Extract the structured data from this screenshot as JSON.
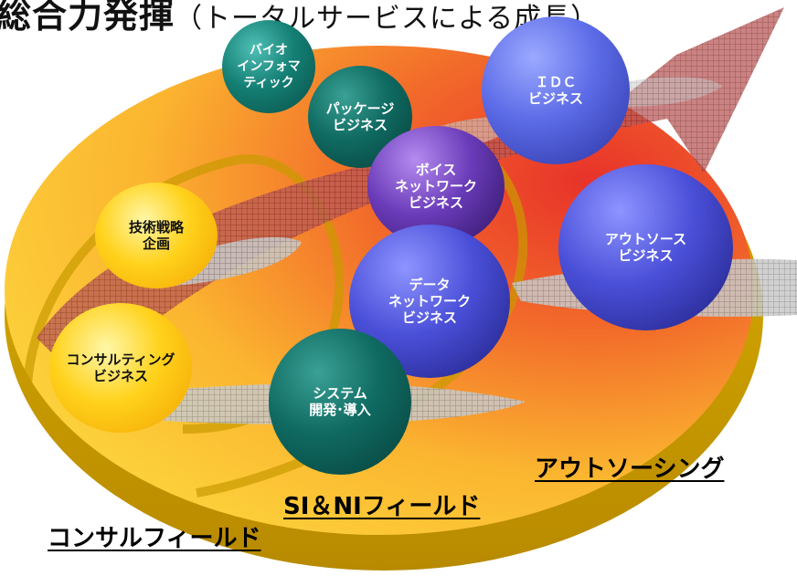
{
  "title": {
    "main": "総合力発揮",
    "sub": "（トータルサービスによる成長）"
  },
  "spheres": {
    "bioinformatics": "バイオ\nインフォマ\nティック",
    "package": "パッケージ\nビジネス",
    "idc": "ＩＤＣ\nビジネス",
    "voice_network": "ボイス\nネットワーク\nビジネス",
    "tech_strategy": "技術戦略\n企画",
    "outsource": "アウトソース\nビジネス",
    "data_network": "データ\nネットワーク\nビジネス",
    "consulting": "コンサルティング\nビジネス",
    "system": "システム\n開発･導入"
  },
  "fields": {
    "outsourcing": "アウトソーシング",
    "si_ni": "SI＆NIフィールド",
    "consul": "コンサルフィールド"
  }
}
